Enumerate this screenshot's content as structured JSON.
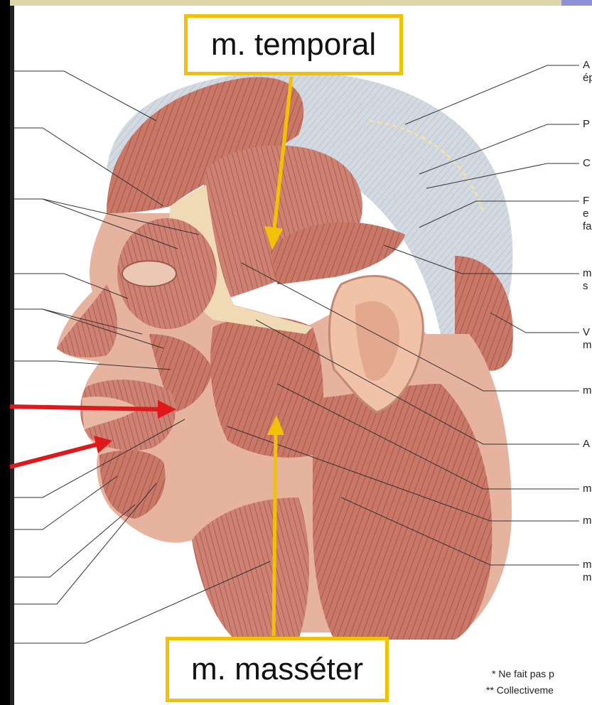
{
  "callouts": {
    "temporal": "m. temporal",
    "masseter": "m. masséter"
  },
  "right_labels": [
    {
      "l1": "A",
      "l2": "ép"
    },
    {
      "l1": "P",
      "l2": ""
    },
    {
      "l1": "C",
      "l2": ""
    },
    {
      "l1": "F",
      "l2": "e",
      "l3": "fa"
    },
    {
      "l1": "m",
      "l2": "s"
    },
    {
      "l1": "V",
      "l2": "m"
    },
    {
      "l1": "m",
      "l2": ""
    },
    {
      "l1": "A",
      "l2": ""
    },
    {
      "l1": "m",
      "l2": ""
    },
    {
      "l1": "m",
      "l2": ""
    },
    {
      "l1": "m",
      "l2": "m"
    }
  ],
  "footnotes": {
    "note1": "* Ne fait pas p",
    "note2": "** Collectiveme"
  },
  "colors": {
    "callout_border": "#f2c200",
    "pointer_arrow": "#f2c200",
    "red_arrow": "#e0181c",
    "muscle": "#c9776a",
    "fascia": "#c9d0da"
  }
}
